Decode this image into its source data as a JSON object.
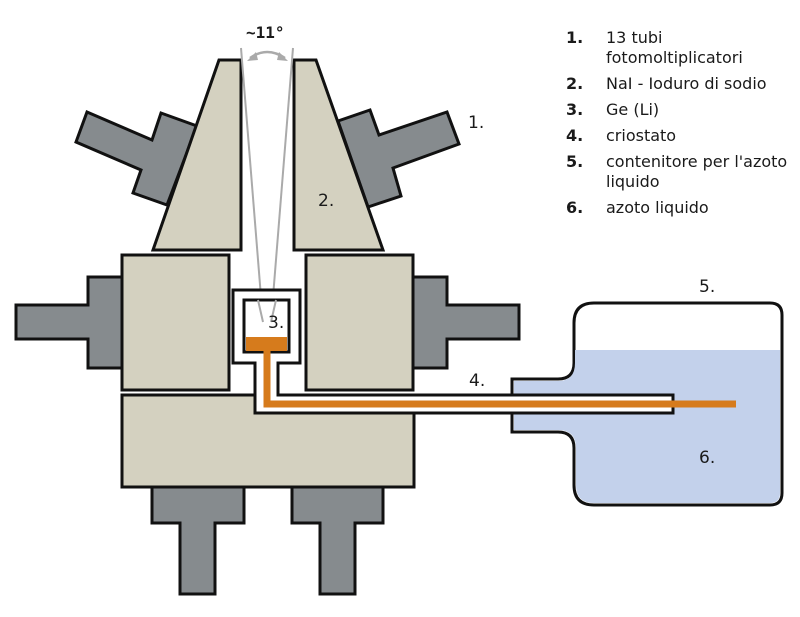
{
  "diagram": {
    "title": "Ge(Li) detector with NaI anti-Compton shield",
    "angle_label": "~11°",
    "callouts": {
      "c1": "1.",
      "c2": "2.",
      "c3": "3.",
      "c4": "4.",
      "c5": "5.",
      "c6": "6."
    },
    "colors": {
      "crystal": "#d4d1c0",
      "pmt": "#868b8e",
      "cold_finger": "#d67b1c",
      "liquid": "#c3d1eb",
      "outline": "#111111",
      "beam": "#aaaaaa"
    }
  },
  "legend": [
    {
      "num": "1.",
      "text": "13 tubi fotomoltiplicatori"
    },
    {
      "num": "2.",
      "text": "NaI - Ioduro di sodio"
    },
    {
      "num": "3.",
      "text": "Ge (Li)"
    },
    {
      "num": "4.",
      "text": "criostato"
    },
    {
      "num": "5.",
      "text": "contenitore per l'azoto liquido"
    },
    {
      "num": "6.",
      "text": "azoto liquido"
    }
  ]
}
